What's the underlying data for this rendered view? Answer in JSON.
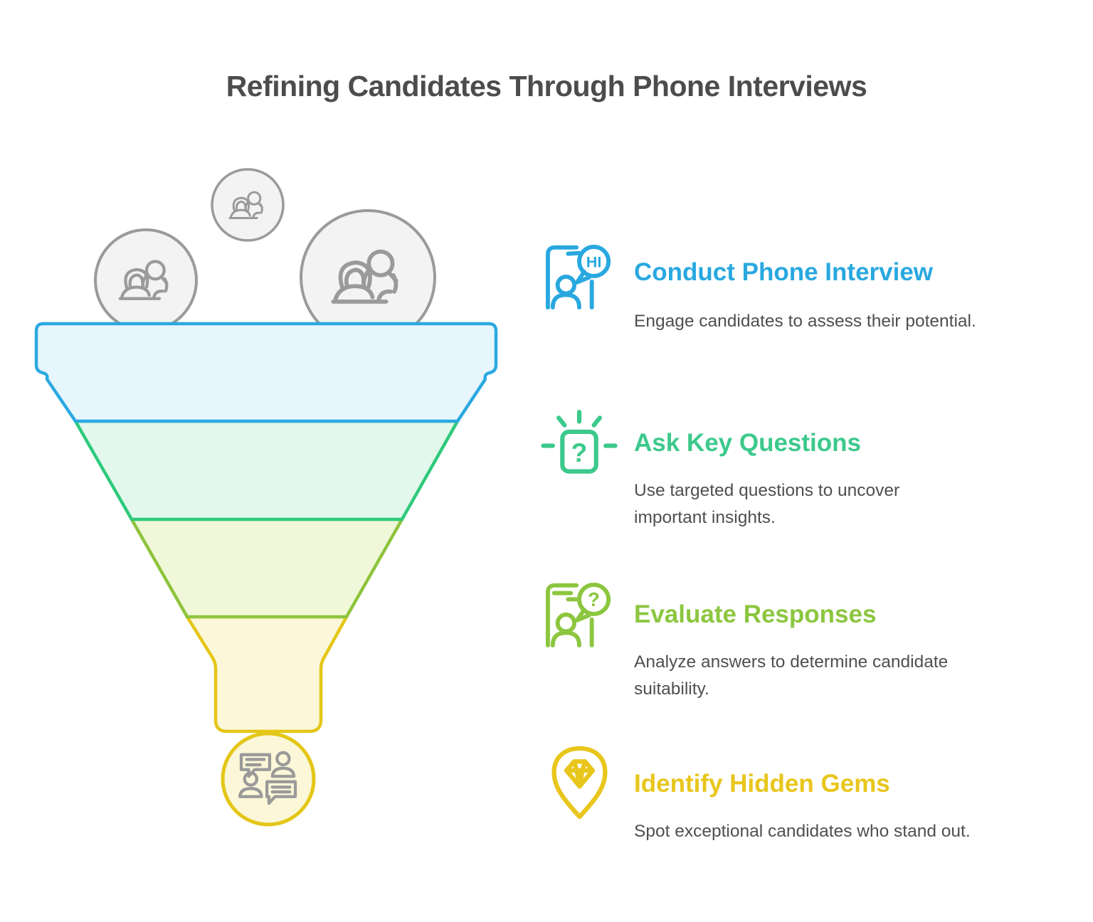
{
  "page": {
    "title": "Refining Candidates Through Phone Interviews"
  },
  "colors": {
    "title_text": "#4a4c4e",
    "body_text": "#4d4f51",
    "accent_blue": "#29a8e0",
    "accent_green": "#3cc98c",
    "accent_olive": "#8cc63f",
    "accent_yellow": "#e8c61c",
    "circle_gray_fill": "#f3f3f3",
    "circle_gray_stroke": "#9a9a9a"
  },
  "funnel": {
    "stages": [
      {
        "name": "stage-1",
        "stroke": "#2ba9e1",
        "fill": "#e7f6fd"
      },
      {
        "name": "stage-2",
        "stroke": "#2fca7c",
        "fill": "#e2f8ec"
      },
      {
        "name": "stage-3",
        "stroke": "#8ec43d",
        "fill": "#f1f8d9"
      },
      {
        "name": "stage-4",
        "stroke": "#e4c617",
        "fill": "#fbf7d8"
      }
    ]
  },
  "steps": [
    {
      "label": "Conduct Phone Interview",
      "description": "Engage candidates to assess their potential.",
      "color": "#29a8e0",
      "icon": "phone-interview-icon",
      "bubble_text": "HI"
    },
    {
      "label": "Ask Key Questions",
      "description": "Use targeted questions to uncover important insights.",
      "color": "#3cc98c",
      "icon": "question-card-icon",
      "bubble_text": "?"
    },
    {
      "label": "Evaluate Responses",
      "description": "Analyze answers to determine candidate suitability.",
      "color": "#8cc63f",
      "icon": "evaluate-responses-icon",
      "bubble_text": "?"
    },
    {
      "label": "Identify Hidden Gems",
      "description": "Spot exceptional candidates who stand out.",
      "color": "#e8c61c",
      "icon": "gem-pin-icon",
      "bubble_text": ""
    }
  ]
}
